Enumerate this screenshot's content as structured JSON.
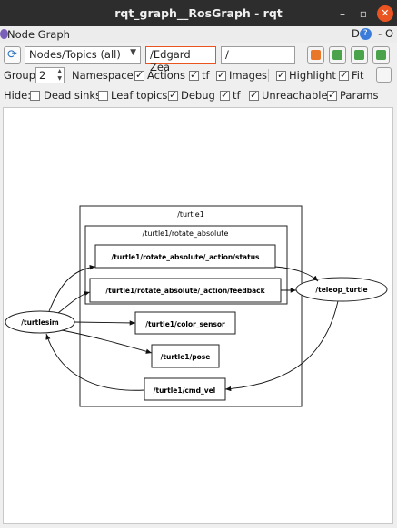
{
  "window": {
    "title": "rqt_graph__RosGraph - rqt",
    "minimize": "–",
    "maximize": "▫",
    "close": "✕"
  },
  "plugin": {
    "title": "Node Graph",
    "right_d": "D",
    "help": "?",
    "dash": "-",
    "o": "O"
  },
  "toolbar": {
    "refresh_icon": "⟳",
    "mode_value": "Nodes/Topics (all)",
    "node_filter": "/Edgard Zea",
    "topic_filter": "/"
  },
  "group_row": {
    "group_label": "Group:",
    "group_value": "2",
    "namespaces": "Namespaces",
    "actions": "Actions",
    "tf": "tf",
    "images": "Images",
    "highlight": "Highlight",
    "fit": "Fit"
  },
  "hide_row": {
    "hide_label": "Hide:",
    "dead_sinks": "Dead sinks",
    "leaf_topics": "Leaf topics",
    "debug": "Debug",
    "tf": "tf",
    "unreachable": "Unreachable",
    "params": "Params"
  },
  "graph": {
    "outer_cluster": "/turtle1",
    "inner_cluster": "/turtle1/rotate_absolute",
    "topics": {
      "status": "/turtle1/rotate_absolute/_action/status",
      "feedback": "/turtle1/rotate_absolute/_action/feedback",
      "color_sensor": "/turtle1/color_sensor",
      "pose": "/turtle1/pose",
      "cmd_vel": "/turtle1/cmd_vel"
    },
    "nodes": {
      "turtlesim": "/turtlesim",
      "teleop": "/teleop_turtle"
    }
  }
}
